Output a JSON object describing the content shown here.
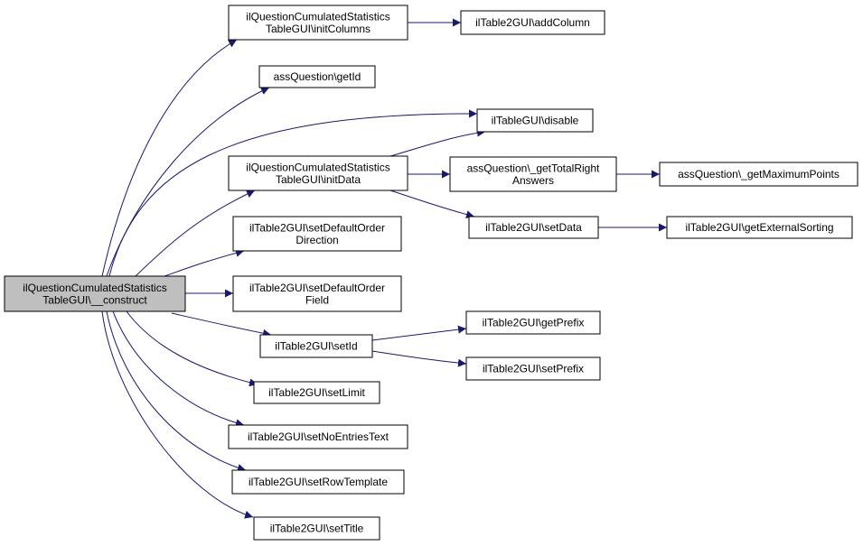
{
  "colors": {
    "edge": "#191970",
    "root_fill": "#bfbfbf",
    "node_fill": "#ffffff",
    "border": "#000000"
  },
  "nodes": {
    "construct": [
      "ilQuestionCumulatedStatistics",
      "TableGUI\\__construct"
    ],
    "initColumns": [
      "ilQuestionCumulatedStatistics",
      "TableGUI\\initColumns"
    ],
    "addColumn": [
      "ilTable2GUI\\addColumn"
    ],
    "getId": [
      "assQuestion\\getId"
    ],
    "disable": [
      "ilTableGUI\\disable"
    ],
    "initData": [
      "ilQuestionCumulatedStatistics",
      "TableGUI\\initData"
    ],
    "getTotalRightAnswers": [
      "assQuestion\\_getTotalRight",
      "Answers"
    ],
    "getMaximumPoints": [
      "assQuestion\\_getMaximumPoints"
    ],
    "setData": [
      "ilTable2GUI\\setData"
    ],
    "getExternalSorting": [
      "ilTable2GUI\\getExternalSorting"
    ],
    "setDefaultOrderDirection": [
      "ilTable2GUI\\setDefaultOrder",
      "Direction"
    ],
    "setDefaultOrderField": [
      "ilTable2GUI\\setDefaultOrder",
      "Field"
    ],
    "setId": [
      "ilTable2GUI\\setId"
    ],
    "getPrefix": [
      "ilTable2GUI\\getPrefix"
    ],
    "setPrefix": [
      "ilTable2GUI\\setPrefix"
    ],
    "setLimit": [
      "ilTable2GUI\\setLimit"
    ],
    "setNoEntriesText": [
      "ilTable2GUI\\setNoEntriesText"
    ],
    "setRowTemplate": [
      "ilTable2GUI\\setRowTemplate"
    ],
    "setTitle": [
      "ilTable2GUI\\setTitle"
    ]
  }
}
